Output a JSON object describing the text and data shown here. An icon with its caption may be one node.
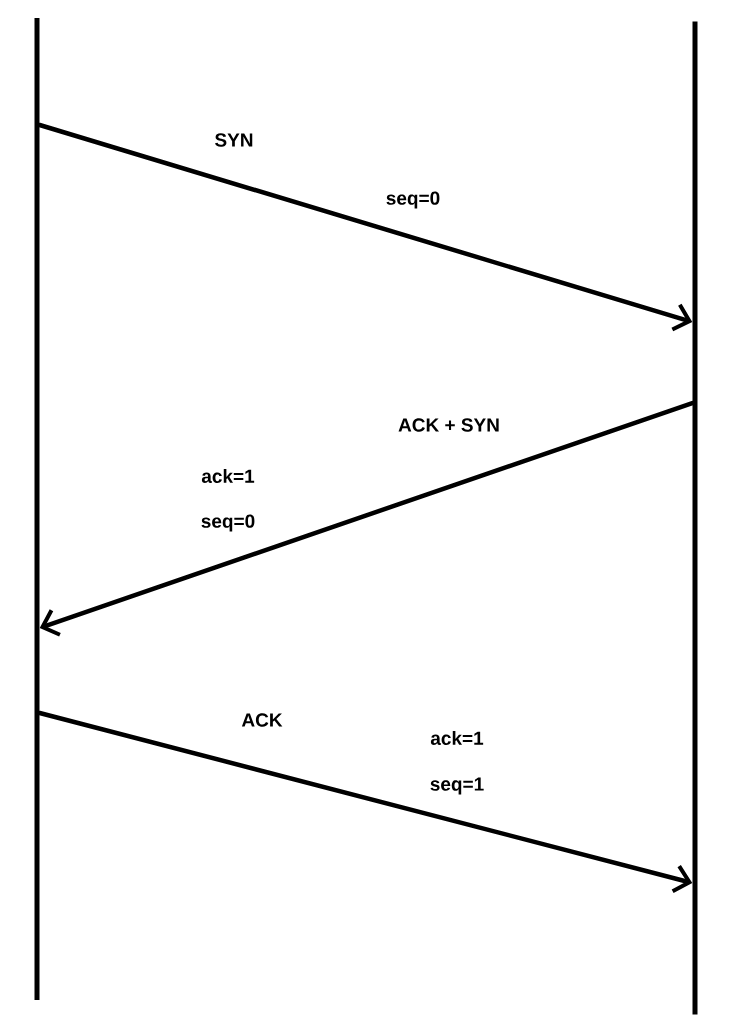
{
  "diagram": {
    "nodes": [
      {
        "text": [],
        "shape": "bar"
      },
      {
        "text": [],
        "shape": "bar"
      }
    ],
    "edges": [
      {
        "from": 0,
        "to": 1,
        "arrow": "to",
        "label": "SYN"
      },
      {
        "from": 1,
        "to": 0,
        "arrow": "to",
        "label": "ACK + SYN"
      },
      {
        "from": 0,
        "to": 1,
        "arrow": "to",
        "label": "ACK"
      }
    ],
    "labels": [
      "seq=0",
      "ack=1",
      "seq=0",
      "ack=1",
      "seq=1"
    ]
  }
}
